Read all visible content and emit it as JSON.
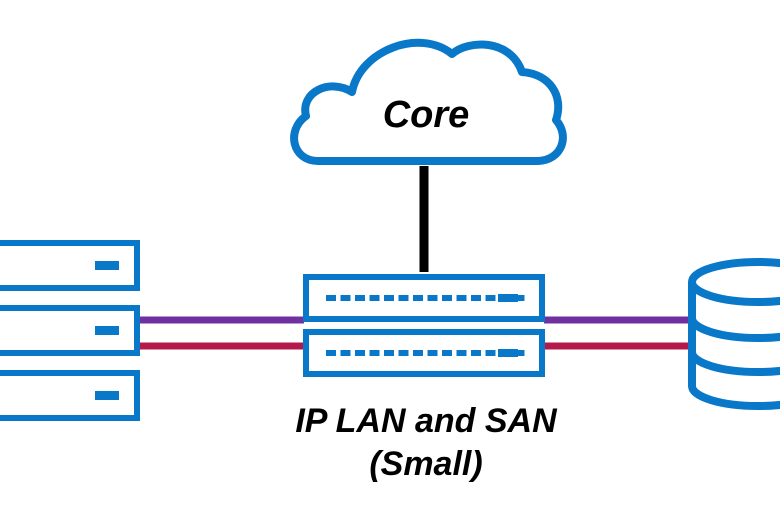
{
  "diagram": {
    "core_label": "Core",
    "switch_label_line1": "IP LAN and SAN",
    "switch_label_line2": "(Small)"
  },
  "colors": {
    "device_blue": "#0A78C9",
    "link_black": "#000000",
    "link_purple": "#7030A0",
    "link_crimson": "#B5194B",
    "background": "#FFFFFF"
  },
  "nodes": [
    {
      "id": "core",
      "icon": "cloud-icon"
    },
    {
      "id": "switch-stack",
      "icon": "network-switch-icon",
      "units": 2
    },
    {
      "id": "servers",
      "icon": "server-rack-icon",
      "units": 3
    },
    {
      "id": "storage",
      "icon": "database-icon"
    }
  ],
  "links": [
    {
      "from": "core",
      "to": "switch-stack",
      "color": "black"
    },
    {
      "from": "servers",
      "to": "switch-stack",
      "color": "purple"
    },
    {
      "from": "servers",
      "to": "switch-stack",
      "color": "crimson"
    },
    {
      "from": "switch-stack",
      "to": "storage",
      "color": "purple"
    },
    {
      "from": "switch-stack",
      "to": "storage",
      "color": "crimson"
    }
  ]
}
